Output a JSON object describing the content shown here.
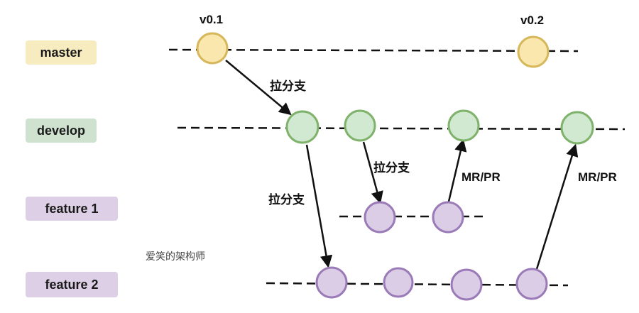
{
  "colors": {
    "master": "#f7ecbf",
    "develop": "#cfe2cf",
    "feature": "#ddd0e6",
    "master_node_fill": "#f9e7ae",
    "master_node_stroke": "#d6b85a",
    "develop_node_fill": "#d1e8d1",
    "develop_node_stroke": "#7fb26a",
    "feature_node_fill": "#dccde6",
    "feature_node_stroke": "#9a7bb8",
    "line": "#111111"
  },
  "lanes": {
    "master": "master",
    "develop": "develop",
    "feature1": "feature 1",
    "feature2": "feature 2"
  },
  "tags": {
    "v01": "v0.1",
    "v02": "v0.2"
  },
  "labels": {
    "branch_1": "拉分支",
    "branch_2": "拉分支",
    "branch_3": "拉分支",
    "mr1": "MR/PR",
    "mr2": "MR/PR"
  },
  "watermark": "爱笑的架构师"
}
